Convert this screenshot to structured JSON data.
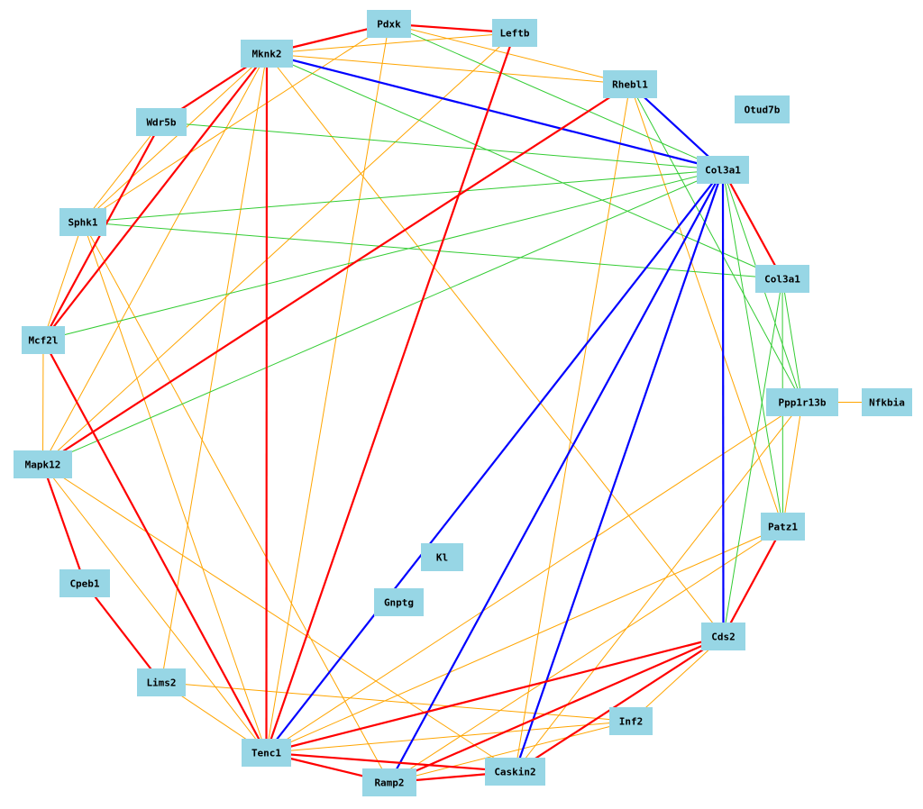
{
  "colors": {
    "node_fill": "#97d6e5",
    "edge_red": "#ff0000",
    "edge_blue": "#0000ff",
    "edge_green": "#33cc33",
    "edge_orange": "#ffa500",
    "background": "#ffffff"
  },
  "nodes": [
    {
      "id": "pdxk",
      "label": "Pdxk"
    },
    {
      "id": "leftb",
      "label": "Leftb"
    },
    {
      "id": "mknk2",
      "label": "Mknk2"
    },
    {
      "id": "rhebl1",
      "label": "Rhebl1"
    },
    {
      "id": "otud7b",
      "label": "Otud7b"
    },
    {
      "id": "wdr5b",
      "label": "Wdr5b"
    },
    {
      "id": "col3a1a",
      "label": "Col3a1"
    },
    {
      "id": "sphk1",
      "label": "Sphk1"
    },
    {
      "id": "col3a1b",
      "label": "Col3a1"
    },
    {
      "id": "mcf2l",
      "label": "Mcf2l"
    },
    {
      "id": "ppp1r13b",
      "label": "Ppp1r13b"
    },
    {
      "id": "nfkbia",
      "label": "Nfkbia"
    },
    {
      "id": "mapk12",
      "label": "Mapk12"
    },
    {
      "id": "patz1",
      "label": "Patz1"
    },
    {
      "id": "kl",
      "label": "Kl"
    },
    {
      "id": "cpeb1",
      "label": "Cpeb1"
    },
    {
      "id": "gnptg",
      "label": "Gnptg"
    },
    {
      "id": "cds2",
      "label": "Cds2"
    },
    {
      "id": "lims2",
      "label": "Lims2"
    },
    {
      "id": "inf2",
      "label": "Inf2"
    },
    {
      "id": "tenc1",
      "label": "Tenc1"
    },
    {
      "id": "caskin2",
      "label": "Caskin2"
    },
    {
      "id": "ramp2",
      "label": "Ramp2"
    }
  ],
  "edges": [
    {
      "from": "mknk2",
      "to": "pdxk",
      "color": "red"
    },
    {
      "from": "pdxk",
      "to": "leftb",
      "color": "red"
    },
    {
      "from": "mknk2",
      "to": "wdr5b",
      "color": "red"
    },
    {
      "from": "mknk2",
      "to": "mcf2l",
      "color": "red"
    },
    {
      "from": "wdr5b",
      "to": "mcf2l",
      "color": "red"
    },
    {
      "from": "mknk2",
      "to": "tenc1",
      "color": "red"
    },
    {
      "from": "leftb",
      "to": "tenc1",
      "color": "red"
    },
    {
      "from": "rhebl1",
      "to": "mapk12",
      "color": "red"
    },
    {
      "from": "mcf2l",
      "to": "tenc1",
      "color": "red"
    },
    {
      "from": "mapk12",
      "to": "cpeb1",
      "color": "red"
    },
    {
      "from": "cpeb1",
      "to": "lims2",
      "color": "red"
    },
    {
      "from": "col3a1a",
      "to": "col3a1b",
      "color": "red"
    },
    {
      "from": "patz1",
      "to": "cds2",
      "color": "red"
    },
    {
      "from": "cds2",
      "to": "tenc1",
      "color": "red"
    },
    {
      "from": "cds2",
      "to": "ramp2",
      "color": "red"
    },
    {
      "from": "cds2",
      "to": "caskin2",
      "color": "red"
    },
    {
      "from": "tenc1",
      "to": "ramp2",
      "color": "red"
    },
    {
      "from": "tenc1",
      "to": "caskin2",
      "color": "red"
    },
    {
      "from": "ramp2",
      "to": "caskin2",
      "color": "red"
    },
    {
      "from": "mknk2",
      "to": "col3a1a",
      "color": "blue"
    },
    {
      "from": "rhebl1",
      "to": "col3a1a",
      "color": "blue"
    },
    {
      "from": "col3a1a",
      "to": "tenc1",
      "color": "blue"
    },
    {
      "from": "col3a1a",
      "to": "ramp2",
      "color": "blue"
    },
    {
      "from": "col3a1a",
      "to": "caskin2",
      "color": "blue"
    },
    {
      "from": "col3a1a",
      "to": "cds2",
      "color": "blue"
    },
    {
      "from": "pdxk",
      "to": "col3a1a",
      "color": "green"
    },
    {
      "from": "mknk2",
      "to": "col3a1b",
      "color": "green"
    },
    {
      "from": "wdr5b",
      "to": "col3a1a",
      "color": "green"
    },
    {
      "from": "sphk1",
      "to": "col3a1a",
      "color": "green"
    },
    {
      "from": "sphk1",
      "to": "col3a1b",
      "color": "green"
    },
    {
      "from": "mcf2l",
      "to": "col3a1a",
      "color": "green"
    },
    {
      "from": "mapk12",
      "to": "col3a1a",
      "color": "green"
    },
    {
      "from": "rhebl1",
      "to": "ppp1r13b",
      "color": "green"
    },
    {
      "from": "col3a1a",
      "to": "ppp1r13b",
      "color": "green"
    },
    {
      "from": "col3a1a",
      "to": "patz1",
      "color": "green"
    },
    {
      "from": "col3a1b",
      "to": "ppp1r13b",
      "color": "green"
    },
    {
      "from": "col3a1b",
      "to": "patz1",
      "color": "green"
    },
    {
      "from": "col3a1b",
      "to": "cds2",
      "color": "green"
    },
    {
      "from": "col3a1a",
      "to": "caskin2",
      "color": "green"
    },
    {
      "from": "mknk2",
      "to": "leftb",
      "color": "orange"
    },
    {
      "from": "mknk2",
      "to": "rhebl1",
      "color": "orange"
    },
    {
      "from": "pdxk",
      "to": "rhebl1",
      "color": "orange"
    },
    {
      "from": "mknk2",
      "to": "sphk1",
      "color": "orange"
    },
    {
      "from": "mknk2",
      "to": "mapk12",
      "color": "orange"
    },
    {
      "from": "mknk2",
      "to": "cds2",
      "color": "orange"
    },
    {
      "from": "mknk2",
      "to": "lims2",
      "color": "orange"
    },
    {
      "from": "pdxk",
      "to": "sphk1",
      "color": "orange"
    },
    {
      "from": "pdxk",
      "to": "tenc1",
      "color": "orange"
    },
    {
      "from": "leftb",
      "to": "mapk12",
      "color": "orange"
    },
    {
      "from": "rhebl1",
      "to": "caskin2",
      "color": "orange"
    },
    {
      "from": "rhebl1",
      "to": "patz1",
      "color": "orange"
    },
    {
      "from": "wdr5b",
      "to": "sphk1",
      "color": "orange"
    },
    {
      "from": "sphk1",
      "to": "mcf2l",
      "color": "orange"
    },
    {
      "from": "sphk1",
      "to": "tenc1",
      "color": "orange"
    },
    {
      "from": "sphk1",
      "to": "ramp2",
      "color": "orange"
    },
    {
      "from": "mcf2l",
      "to": "mapk12",
      "color": "orange"
    },
    {
      "from": "mapk12",
      "to": "tenc1",
      "color": "orange"
    },
    {
      "from": "mapk12",
      "to": "caskin2",
      "color": "orange"
    },
    {
      "from": "ppp1r13b",
      "to": "nfkbia",
      "color": "orange"
    },
    {
      "from": "ppp1r13b",
      "to": "patz1",
      "color": "orange"
    },
    {
      "from": "ppp1r13b",
      "to": "tenc1",
      "color": "orange"
    },
    {
      "from": "ppp1r13b",
      "to": "caskin2",
      "color": "orange"
    },
    {
      "from": "patz1",
      "to": "ramp2",
      "color": "orange"
    },
    {
      "from": "patz1",
      "to": "tenc1",
      "color": "orange"
    },
    {
      "from": "cds2",
      "to": "inf2",
      "color": "orange"
    },
    {
      "from": "inf2",
      "to": "tenc1",
      "color": "orange"
    },
    {
      "from": "inf2",
      "to": "ramp2",
      "color": "orange"
    },
    {
      "from": "lims2",
      "to": "tenc1",
      "color": "orange"
    },
    {
      "from": "lims2",
      "to": "inf2",
      "color": "orange"
    }
  ]
}
